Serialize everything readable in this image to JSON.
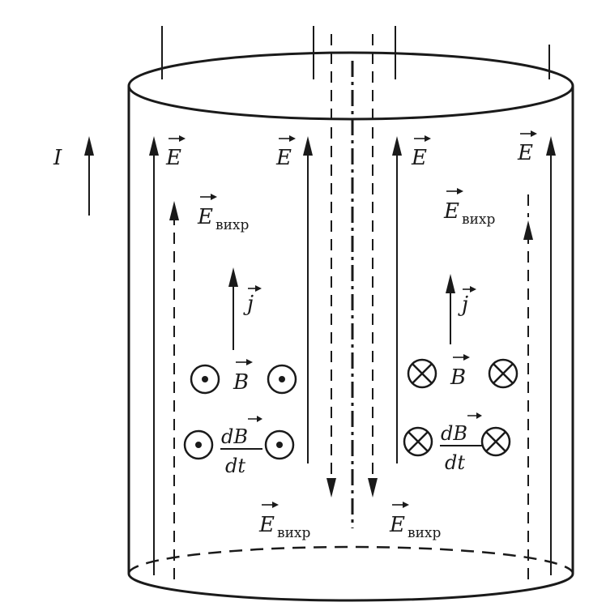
{
  "labels": {
    "current": "I",
    "field_e": "E",
    "field_e_vortex_main": "E",
    "field_e_vortex_sub": "вихр",
    "current_density": "j",
    "magnetic_field": "B",
    "dB_numerator": "dB",
    "dB_denominator": "dt"
  },
  "icons": {
    "out_of_page": "dot-in-circle-icon",
    "into_page": "cross-in-circle-icon"
  },
  "colors": {
    "ink": "#1a1a1a",
    "background": "#ffffff"
  }
}
